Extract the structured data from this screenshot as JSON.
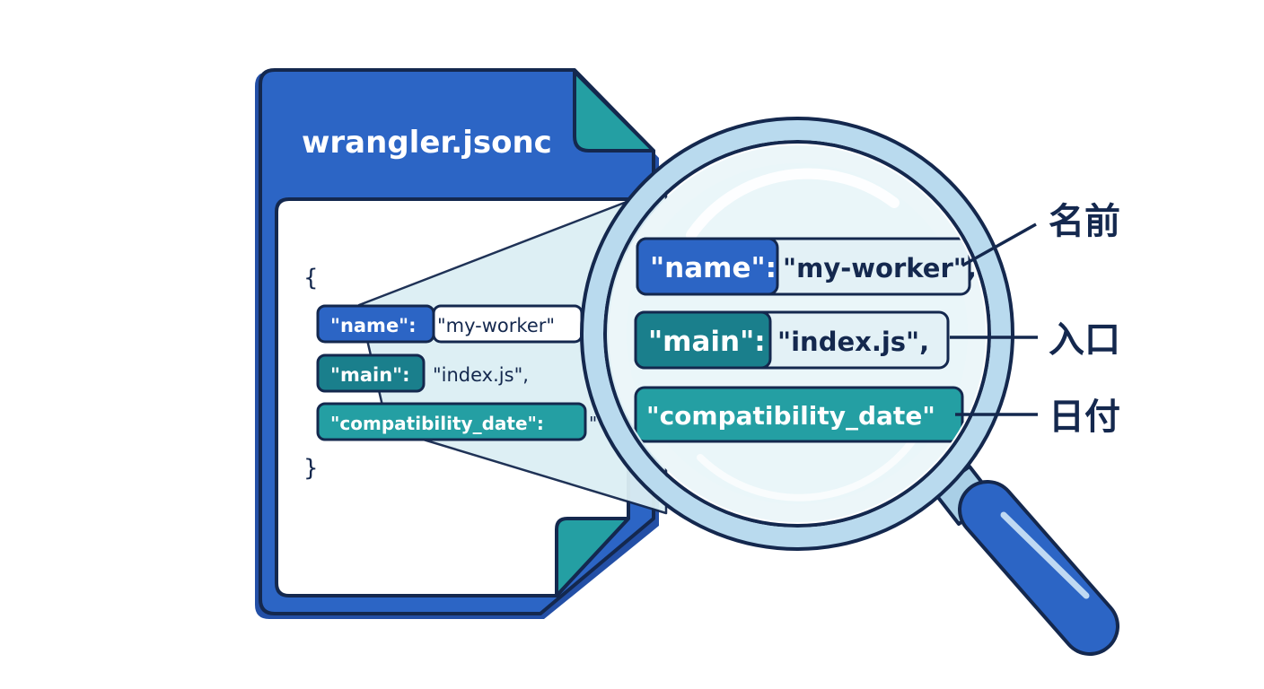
{
  "file": {
    "title": "wrangler.jsonc",
    "open_brace": "{",
    "close_brace": "}",
    "lines": [
      {
        "key": "\"name\":",
        "value": "\"my-worker\""
      },
      {
        "key": "\"main\":",
        "value": "\"index.js\","
      },
      {
        "key": "\"compatibility_date\":",
        "value": "\""
      }
    ]
  },
  "magnifier": {
    "lines": [
      {
        "key": "\"name\":",
        "value": "\"my-worker\","
      },
      {
        "key": "\"main\":",
        "value": "\"index.js\","
      },
      {
        "key": "\"compatibility_date\"",
        "value": ""
      }
    ]
  },
  "callouts": [
    "名前",
    "入口",
    "日付"
  ],
  "colors": {
    "file_blue": "#2C65C5",
    "teal": "#249FA3",
    "dark_teal": "#1A7F8C",
    "outline": "#14284E",
    "lens_tint": "#DCEFF4",
    "pale_row": "#E3F1F6"
  }
}
